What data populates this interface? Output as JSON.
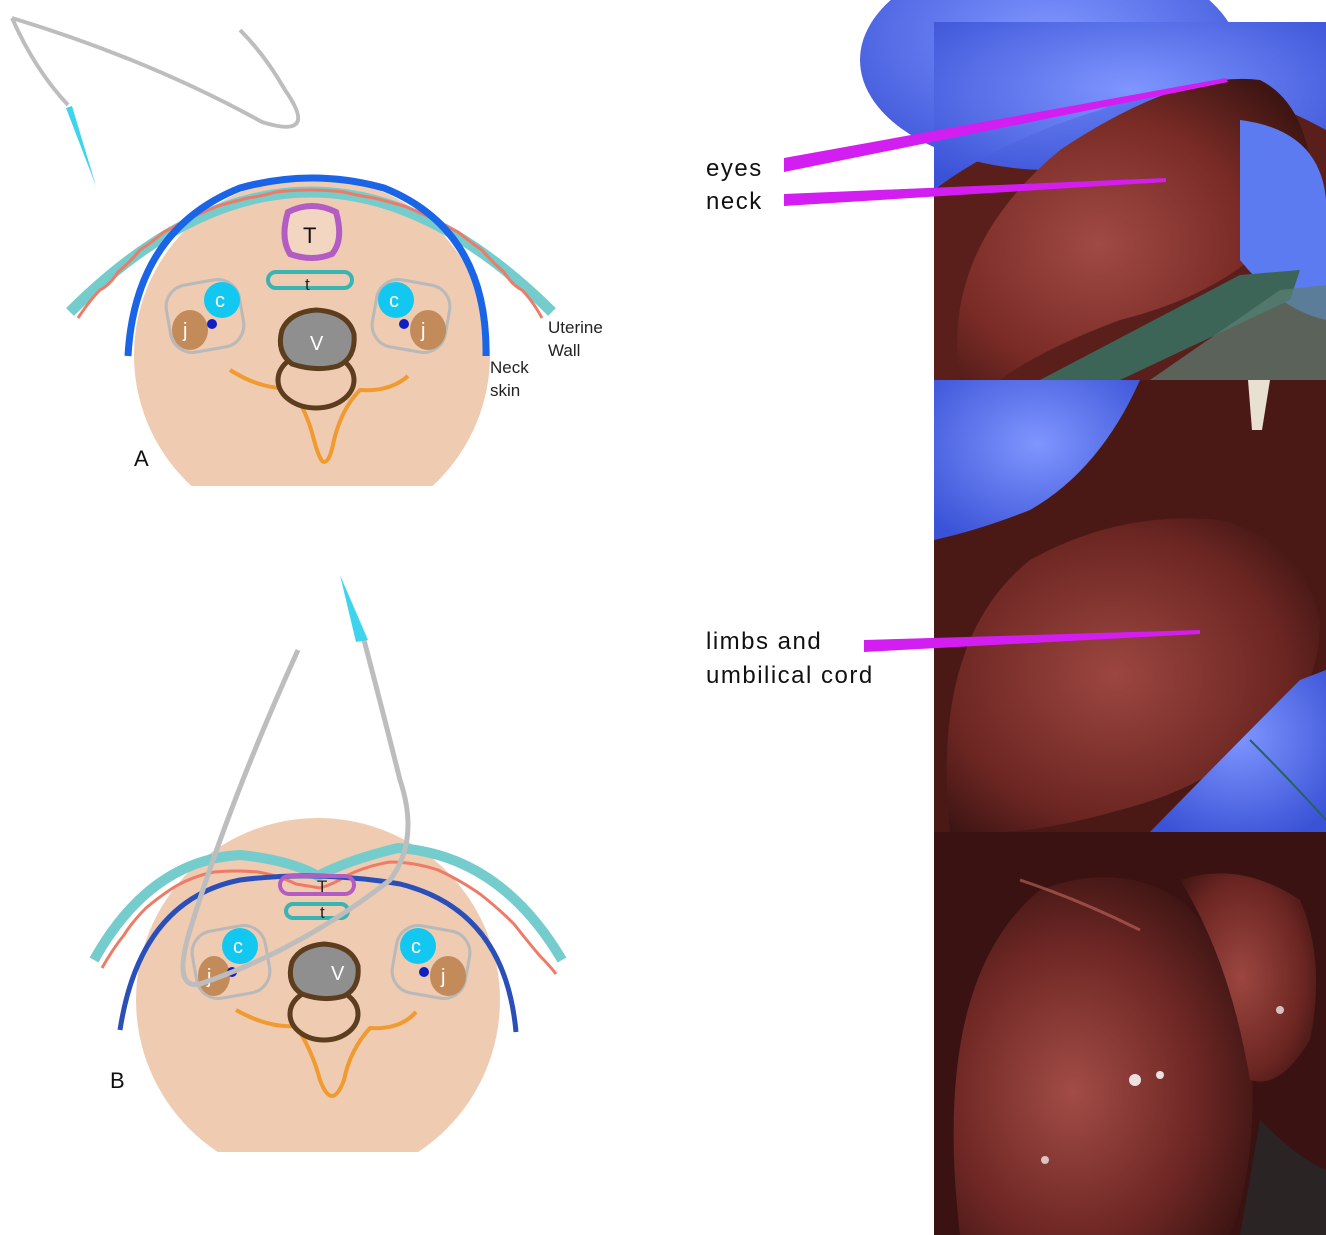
{
  "diagram_a": {
    "panel_label": "A",
    "organ_labels": {
      "trachea_big": "T",
      "trachea_small": "t",
      "carotid": "c",
      "jugular": "j",
      "vertebra": "V"
    },
    "layer_labels": {
      "uterine_wall_line1": "Uterine",
      "uterine_wall_line2": "Wall",
      "neck_skin_line1": "Neck",
      "neck_skin_line2": "skin"
    }
  },
  "diagram_b": {
    "panel_label": "B",
    "organ_labels": {
      "trachea_big": "T",
      "trachea_small": "t",
      "carotid": "c",
      "jugular": "j",
      "vertebra": "V"
    }
  },
  "photo_callouts": {
    "eyes": "eyes",
    "neck": "neck",
    "limbs_line1": "limbs and",
    "limbs_line2": "umbilical cord"
  },
  "colors": {
    "tissue": "#efcbb2",
    "uterine_wall": "#74cccc",
    "uterine_inner": "#ef7a66",
    "neck_skin_a": "#1a64e8",
    "neck_skin_b": "#2a4fb8",
    "trachea": "#b25cc4",
    "esophagus": "#3ab3b3",
    "carotid": "#12c8f0",
    "jugular": "#c38a5a",
    "vertebra_fill": "#8f8f8f",
    "vertebra_outline": "#5c3d1e",
    "spine_outline": "#f09a30",
    "suture": "#bdbdbd",
    "needle": "#3fd4ee",
    "callout": "#d21ef0",
    "blue_drape": "#4a6cf0",
    "embryo": "#7a2b26"
  }
}
